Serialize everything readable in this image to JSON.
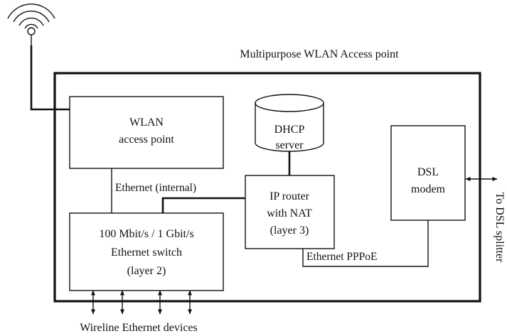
{
  "diagram": {
    "title": "Multipurpose WLAN Access point",
    "wlan_ap": {
      "line1": "WLAN",
      "line2": "access point"
    },
    "dhcp": {
      "line1": "DHCP",
      "line2": "server"
    },
    "dsl_modem": {
      "line1": "DSL",
      "line2": "modem"
    },
    "router": {
      "line1": "IP router",
      "line2": "with NAT",
      "line3": "(layer 3)"
    },
    "switch": {
      "line1": "100 Mbit/s / 1 Gbit/s",
      "line2": "Ethernet switch",
      "line3": "(layer 2)"
    },
    "ethernet_internal": "Ethernet (internal)",
    "ethernet_pppoe": "Ethernet PPPoE",
    "to_dsl_splitter": "To DSL splitter",
    "wireline_devices": "Wireline Ethernet devices"
  },
  "icons": {
    "antenna": "wifi-antenna-icon"
  }
}
